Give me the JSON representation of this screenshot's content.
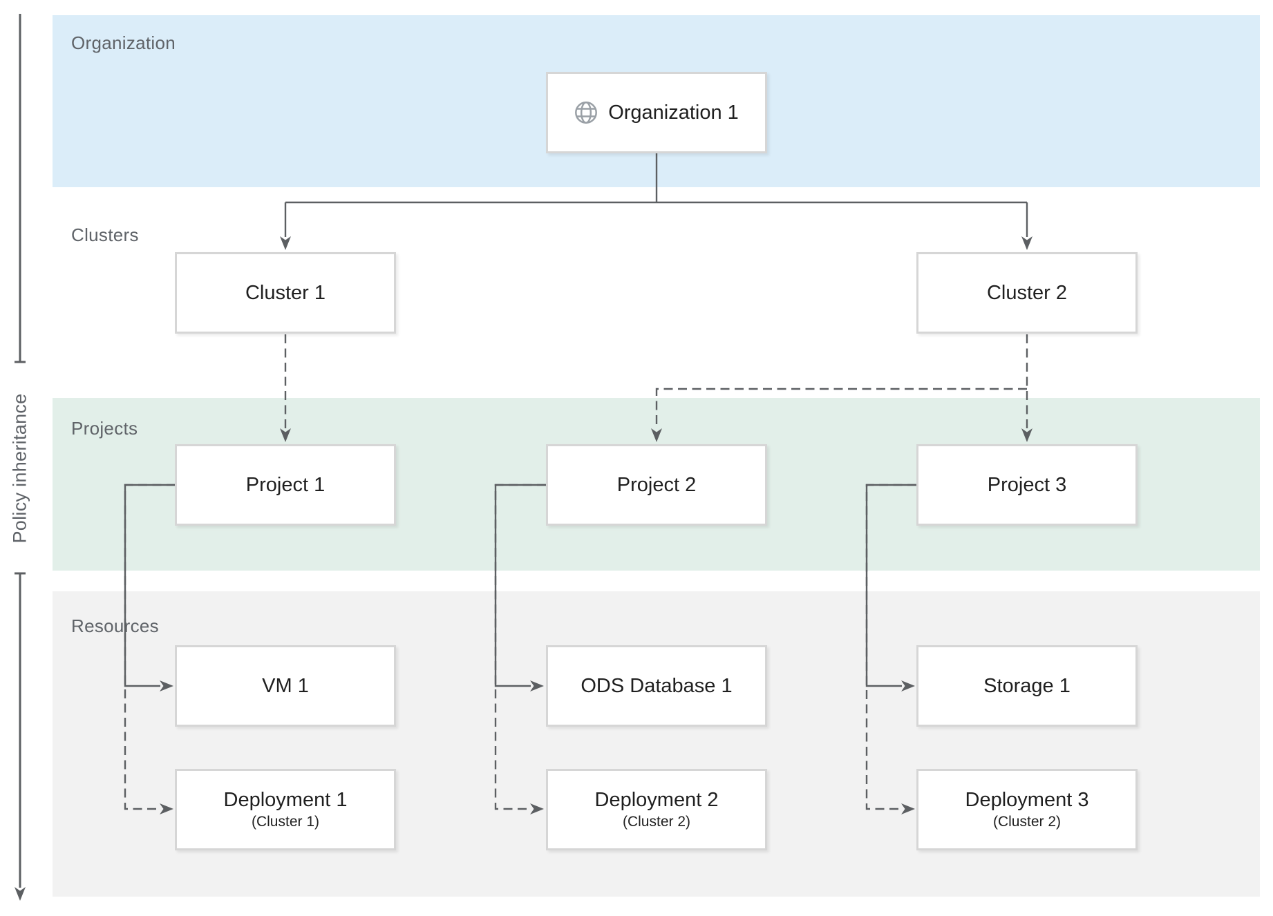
{
  "policy_axis": {
    "label": "Policy inheritance"
  },
  "bands": {
    "organization": {
      "label": "Organization",
      "fill": "#dbedf9"
    },
    "clusters": {
      "label": "Clusters",
      "fill": "#ffffff"
    },
    "projects": {
      "label": "Projects",
      "fill": "#e2efe9"
    },
    "resources": {
      "label": "Resources",
      "fill": "#f2f2f2"
    }
  },
  "nodes": {
    "org1": {
      "label": "Organization 1",
      "icon": "globe-icon"
    },
    "cluster1": {
      "label": "Cluster 1"
    },
    "cluster2": {
      "label": "Cluster 2"
    },
    "project1": {
      "label": "Project 1"
    },
    "project2": {
      "label": "Project 2"
    },
    "project3": {
      "label": "Project 3"
    },
    "vm1": {
      "label": "VM 1"
    },
    "ods_db1": {
      "label": "ODS Database 1"
    },
    "storage1": {
      "label": "Storage 1"
    },
    "deployment1": {
      "label": "Deployment 1",
      "sublabel": "(Cluster 1)"
    },
    "deployment2": {
      "label": "Deployment 2",
      "sublabel": "(Cluster 2)"
    },
    "deployment3": {
      "label": "Deployment 3",
      "sublabel": "(Cluster 2)"
    }
  },
  "edges": [
    {
      "from": "org1",
      "to": "cluster1",
      "style": "solid"
    },
    {
      "from": "org1",
      "to": "cluster2",
      "style": "solid"
    },
    {
      "from": "cluster1",
      "to": "project1",
      "style": "dashed"
    },
    {
      "from": "cluster2",
      "to": "project2",
      "style": "dashed"
    },
    {
      "from": "cluster2",
      "to": "project3",
      "style": "dashed"
    },
    {
      "from": "project1",
      "to": "vm1",
      "style": "solid"
    },
    {
      "from": "project2",
      "to": "ods_db1",
      "style": "solid"
    },
    {
      "from": "project3",
      "to": "storage1",
      "style": "solid"
    },
    {
      "from": "project1",
      "to": "deployment1",
      "style": "dashed"
    },
    {
      "from": "project2",
      "to": "deployment2",
      "style": "dashed"
    },
    {
      "from": "project3",
      "to": "deployment3",
      "style": "dashed"
    }
  ],
  "colors": {
    "line": "#5c5f62",
    "band_label_text": "#5f6368",
    "node_text": "#1f1f1f",
    "node_border": "#d6d6d6",
    "organization_band": "#dbedf9",
    "projects_band": "#e2efe9",
    "resources_band": "#f2f2f2",
    "globe_icon": "#9aa0a6"
  }
}
